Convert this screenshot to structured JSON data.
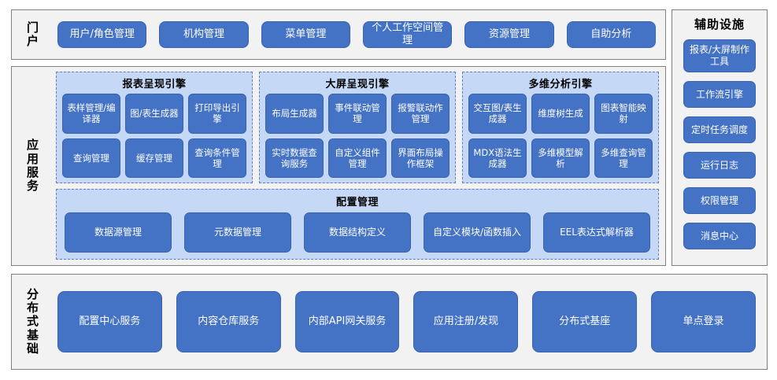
{
  "portal": {
    "label": "门户",
    "items": [
      {
        "label": "用户/角色管理"
      },
      {
        "label": "机构管理"
      },
      {
        "label": "菜单管理"
      },
      {
        "label": "个人工作空间管理"
      },
      {
        "label": "资源管理"
      },
      {
        "label": "自助分析"
      }
    ]
  },
  "aux": {
    "title": "辅助设施",
    "items": [
      {
        "label": "报表/大屏制作工具"
      },
      {
        "label": "工作流引擎"
      },
      {
        "label": "定时任务调度"
      },
      {
        "label": "运行日志"
      },
      {
        "label": "权限管理"
      },
      {
        "label": "消息中心"
      }
    ]
  },
  "app_services": {
    "label": "应用服务",
    "engines": [
      {
        "title": "报表呈现引擎",
        "items": [
          {
            "label": "表样管理/编译器"
          },
          {
            "label": "图/表生成器"
          },
          {
            "label": "打印导出引擎"
          },
          {
            "label": "查询管理"
          },
          {
            "label": "缓存管理"
          },
          {
            "label": "查询条件管理"
          }
        ]
      },
      {
        "title": "大屏呈现引擎",
        "items": [
          {
            "label": "布局生成器"
          },
          {
            "label": "事件联动管理"
          },
          {
            "label": "报警联动作管理"
          },
          {
            "label": "实时数据查询服务"
          },
          {
            "label": "自定义组件管理"
          },
          {
            "label": "界面布局操作框架"
          }
        ]
      },
      {
        "title": "多维分析引擎",
        "items": [
          {
            "label": "交互图/表生成器"
          },
          {
            "label": "维度树生成"
          },
          {
            "label": "图表智能映射"
          },
          {
            "label": "MDX语法生成器"
          },
          {
            "label": "多维模型解析"
          },
          {
            "label": "多维查询管理"
          }
        ]
      }
    ],
    "config": {
      "title": "配置管理",
      "items": [
        {
          "label": "数据源管理"
        },
        {
          "label": "元数据管理"
        },
        {
          "label": "数据结构定义"
        },
        {
          "label": "自定义模块/函数插入"
        },
        {
          "label": "EEL表达式解析器"
        }
      ]
    }
  },
  "distributed": {
    "label": "分布式基础",
    "items": [
      {
        "label": "配置中心服务"
      },
      {
        "label": "内容仓库服务"
      },
      {
        "label": "内部API网关服务"
      },
      {
        "label": "应用注册/发现"
      },
      {
        "label": "分布式基座"
      },
      {
        "label": "单点登录"
      }
    ]
  },
  "colors": {
    "button_blue": "#4472c4",
    "panel_light_blue": "#c5d9f7",
    "section_gray": "#f2f2f2",
    "border_gray": "#808080"
  }
}
